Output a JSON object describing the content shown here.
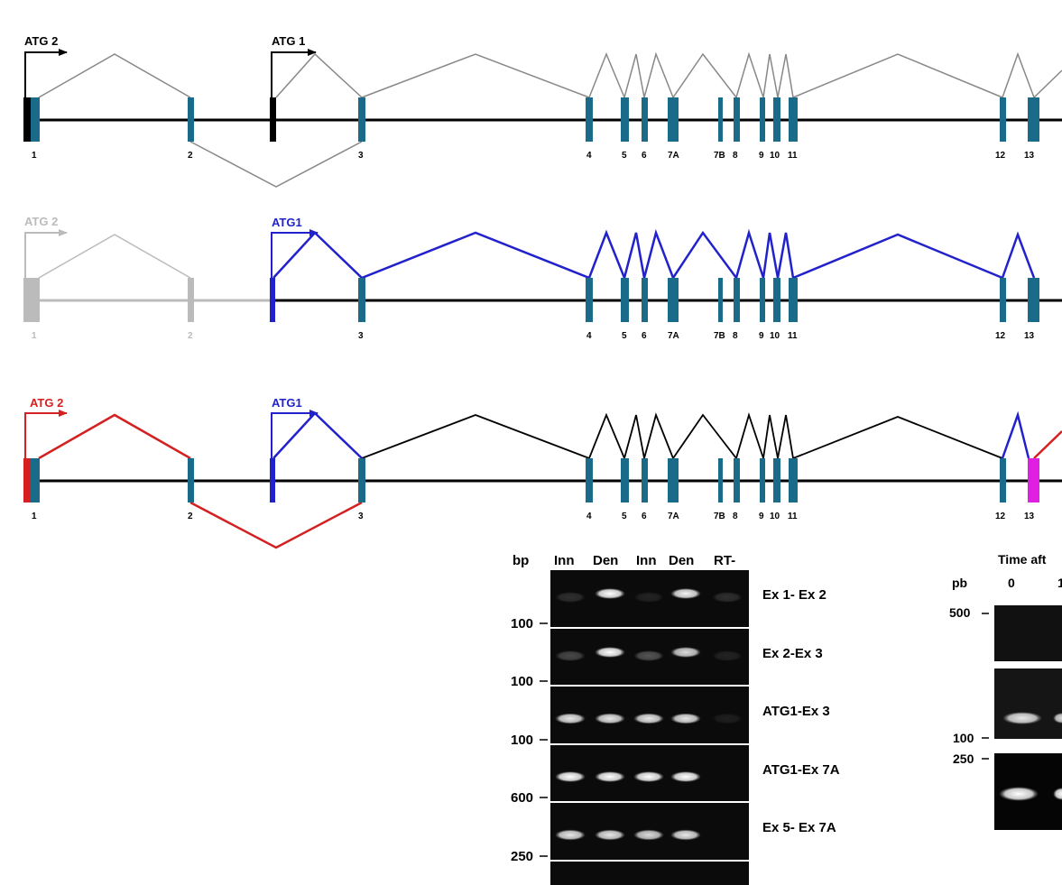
{
  "colors": {
    "exon": "#1a6b8a",
    "line": "#000000",
    "faded": "#bbbbbb",
    "splice_gray": "#888888",
    "atg1_blue": "#2222cc",
    "atg2_red": "#d42020",
    "exon13_magenta": "#e020e0",
    "gel_bg": "#0a0a0a",
    "band": "#f2f2f2"
  },
  "diagram": {
    "exon_labels": [
      "1",
      "2",
      "3",
      "4",
      "5",
      "6",
      "7A",
      "7B",
      "8",
      "9",
      "10",
      "11",
      "12",
      "13"
    ],
    "panel1": {
      "atg2_label": "ATG 2",
      "atg1_label": "ATG 1"
    },
    "panel2": {
      "atg2_label": "ATG 2",
      "atg1_label": "ATG1"
    },
    "panel3": {
      "atg2_label": "ATG 2",
      "atg1_label": "ATG1"
    }
  },
  "gel1": {
    "unit": "bp",
    "lanes": [
      "Inn",
      "Den",
      "Inn",
      "Den",
      "RT-"
    ],
    "rows": [
      {
        "marker": "100",
        "label": "Ex 1- Ex 2",
        "bands": [
          0.15,
          1,
          0.1,
          0.95,
          0.15
        ]
      },
      {
        "marker": "100",
        "label": "Ex 2-Ex 3",
        "bands": [
          0.25,
          1,
          0.3,
          0.85,
          0.1
        ]
      },
      {
        "marker": "100",
        "label": "ATG1-Ex 3",
        "bands": [
          0.9,
          0.9,
          0.9,
          0.9,
          0.08
        ]
      },
      {
        "marker": "600",
        "label": "ATG1-Ex 7A",
        "bands": [
          1,
          1,
          1,
          1,
          0
        ]
      },
      {
        "marker": "250",
        "label": "Ex 5- Ex 7A",
        "bands": [
          0.9,
          0.9,
          0.85,
          0.9,
          0
        ]
      },
      {
        "marker": "",
        "label": "",
        "bands": [
          0,
          0,
          0,
          0,
          0
        ]
      }
    ]
  },
  "gel2": {
    "unit": "pb",
    "time_label": "Time aft",
    "time_values": [
      "0",
      "1"
    ],
    "markers": [
      "500",
      "100",
      "250"
    ]
  }
}
